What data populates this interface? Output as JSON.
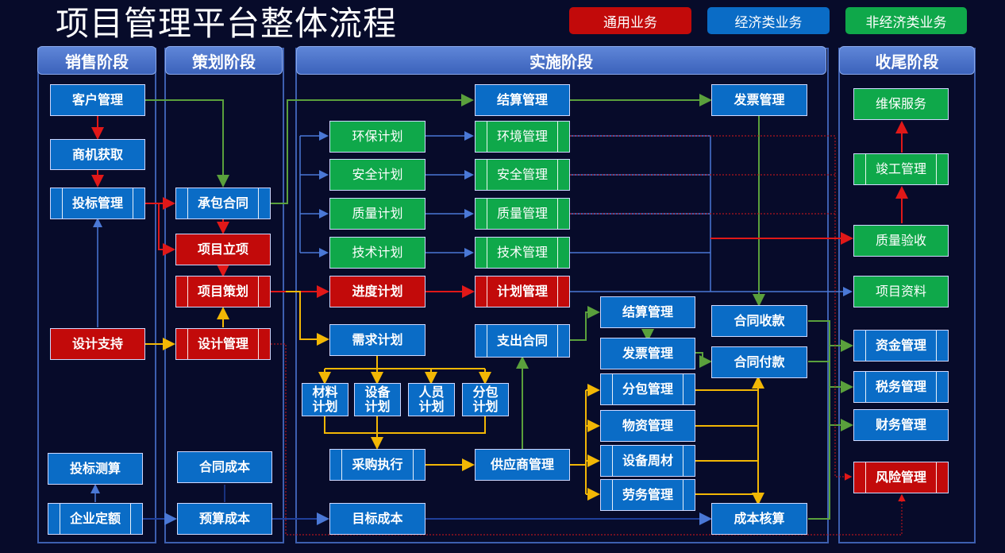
{
  "title": "项目管理平台整体流程",
  "legend": {
    "general": "通用业务",
    "economic": "经济类业务",
    "non_economic": "非经济类业务"
  },
  "colors": {
    "general": "#c20a0a",
    "economic": "#0a6cc6",
    "non_economic": "#0fa84a"
  },
  "phases": {
    "sales": "销售阶段",
    "planning": "策划阶段",
    "implementation": "实施阶段",
    "closing": "收尾阶段"
  },
  "nodes": {
    "customer_mgmt": "客户管理",
    "opportunity": "商机获取",
    "bidding_mgmt": "投标管理",
    "design_support": "设计支持",
    "bid_estimate": "投标测算",
    "enterprise_quota": "企业定额",
    "contract": "承包合同",
    "project_setup": "项目立项",
    "project_planning": "项目策划",
    "design_mgmt": "设计管理",
    "contract_cost": "合同成本",
    "budget_cost": "预算成本",
    "env_plan": "环保计划",
    "safety_plan": "安全计划",
    "quality_plan": "质量计划",
    "tech_plan": "技术计划",
    "schedule_plan": "进度计划",
    "demand_plan": "需求计划",
    "material_plan": "材料\n计划",
    "equipment_plan": "设备\n计划",
    "personnel_plan": "人员\n计划",
    "subcontract_plan": "分包\n计划",
    "procurement": "采购执行",
    "target_cost": "目标成本",
    "settlement_top": "结算管理",
    "env_mgmt": "环境管理",
    "safety_mgmt": "安全管理",
    "quality_mgmt": "质量管理",
    "tech_mgmt": "技术管理",
    "plan_mgmt": "计划管理",
    "expense_contract": "支出合同",
    "supplier_mgmt": "供应商管理",
    "invoice_top": "发票管理",
    "settlement_mid": "结算管理",
    "invoice_mid": "发票管理",
    "subcontract_mgmt": "分包管理",
    "material_mgmt": "物资管理",
    "equipment_lease": "设备周材",
    "labor_mgmt": "劳务管理",
    "contract_receipt": "合同收款",
    "contract_payment": "合同付款",
    "cost_accounting": "成本核算",
    "maintenance": "维保服务",
    "completion": "竣工管理",
    "quality_accept": "质量验收",
    "project_docs": "项目资料",
    "fund_mgmt": "资金管理",
    "tax_mgmt": "税务管理",
    "finance_mgmt": "财务管理",
    "risk_mgmt": "风险管理"
  }
}
